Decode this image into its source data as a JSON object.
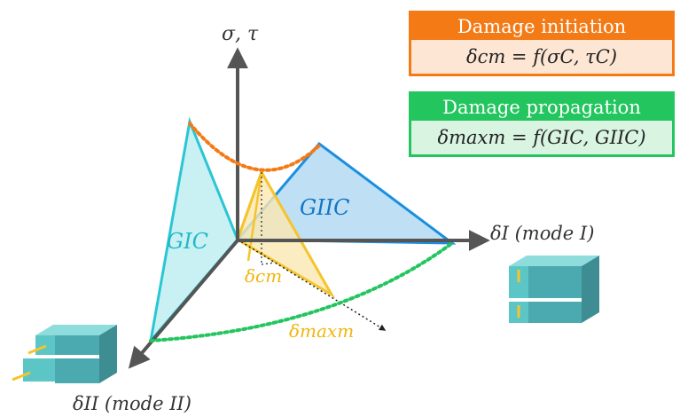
{
  "legend": {
    "initiation": {
      "title": "Damage initiation",
      "formula": "δcm = f(σC, τC)"
    },
    "propagation": {
      "title": "Damage propagation",
      "formula": "δmaxm = f(GIC, GIIC)"
    }
  },
  "axes": {
    "vertical": "σ, τ",
    "mode_one": "δI (mode I)",
    "mode_two": "δII (mode II)"
  },
  "regions": {
    "mode_one_area": "GIC",
    "mode_two_area": "GIIC"
  },
  "points": {
    "initiation_displacement": "δcm",
    "max_displacement": "δmaxm"
  },
  "colors": {
    "mode_one": "#2ac6d3",
    "mode_two": "#1a8fe0",
    "mixed": "#f5c42c",
    "initiation": "#f47a16",
    "propagation": "#22c55e",
    "axis": "#555555",
    "specimen": "#5cc6c6"
  }
}
